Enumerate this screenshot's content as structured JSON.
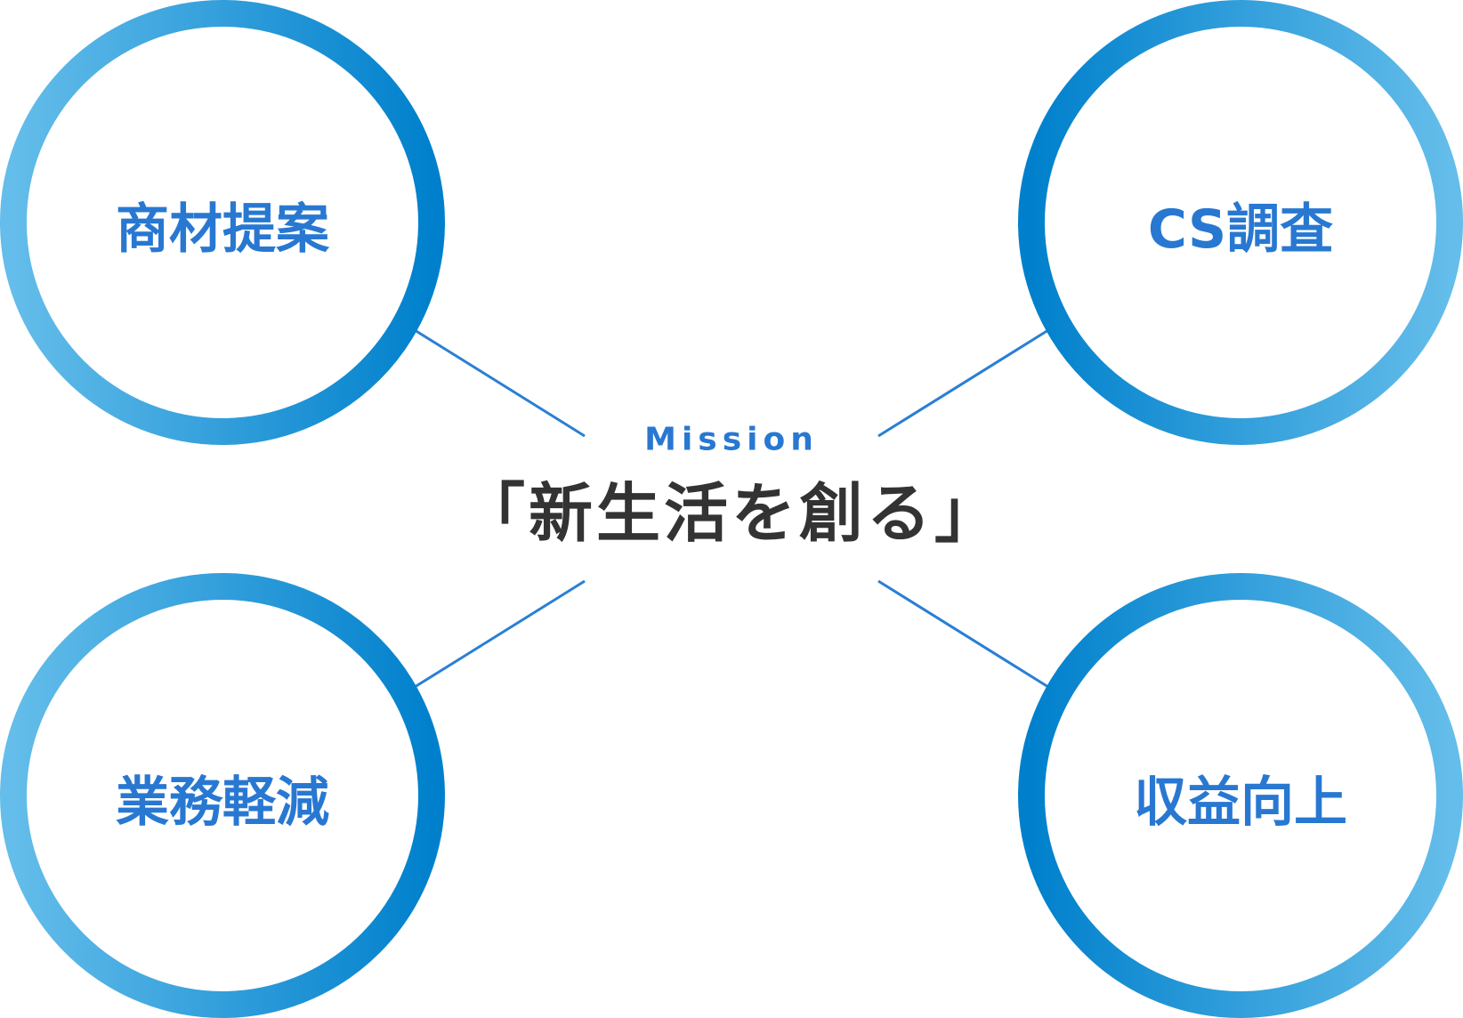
{
  "colors": {
    "accent_dark": "#0080cc",
    "accent_light": "#64bdea",
    "label_blue": "#2878d2",
    "title_dark": "#333333",
    "connector": "#2a7fd4"
  },
  "center": {
    "label": "Mission",
    "title": "「新生活を創る」"
  },
  "nodes": [
    {
      "label": "商材提案"
    },
    {
      "label": "CS調査"
    },
    {
      "label": "業務軽減"
    },
    {
      "label": "収益向上"
    }
  ]
}
